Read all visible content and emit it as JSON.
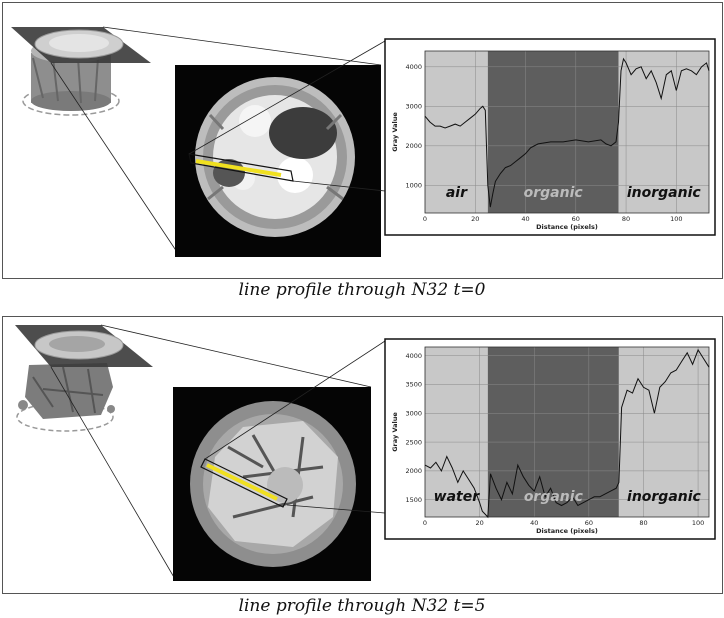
{
  "figure": {
    "colors": {
      "light_region": "#c8c8c8",
      "dark_region": "#5e5e5e",
      "yellow_line": "#f0e020"
    }
  },
  "panels": [
    {
      "caption": "line profile through N32 t=0",
      "chart_data": {
        "type": "line",
        "xlabel": "Distance (pixels)",
        "ylabel": "Gray Value",
        "xlim": [
          0,
          113
        ],
        "ylim": [
          300,
          4400
        ],
        "xticks": [
          0,
          20,
          40,
          60,
          80,
          100
        ],
        "yticks": [
          1000,
          2000,
          3000,
          4000
        ],
        "grid": true,
        "regions": [
          {
            "label": "air",
            "x0": 0,
            "x1": 25,
            "shade": "light"
          },
          {
            "label": "organic",
            "x0": 25,
            "x1": 77,
            "shade": "dark"
          },
          {
            "label": "inorganic",
            "x0": 77,
            "x1": 113,
            "shade": "light"
          }
        ],
        "series": [
          {
            "x": [
              0,
              2,
              4,
              6,
              8,
              10,
              12,
              14,
              16,
              18,
              20,
              22,
              23,
              24,
              25,
              26,
              27,
              28,
              30,
              32,
              34,
              36,
              38,
              40,
              42,
              45,
              50,
              55,
              60,
              65,
              70,
              72,
              74,
              76,
              77,
              78,
              79,
              80,
              82,
              84,
              86,
              88,
              90,
              92,
              94,
              96,
              98,
              100,
              102,
              104,
              106,
              108,
              110,
              112,
              113
            ],
            "y": [
              2750,
              2600,
              2500,
              2500,
              2450,
              2500,
              2550,
              2500,
              2600,
              2700,
              2800,
              2950,
              3000,
              2900,
              1000,
              450,
              800,
              1100,
              1300,
              1450,
              1500,
              1600,
              1700,
              1800,
              1950,
              2050,
              2100,
              2100,
              2150,
              2100,
              2150,
              2050,
              2000,
              2100,
              2600,
              3900,
              4200,
              4100,
              3800,
              3950,
              4000,
              3700,
              3900,
              3600,
              3200,
              3800,
              3900,
              3400,
              3900,
              3950,
              3900,
              3800,
              4000,
              4100,
              3900
            ]
          }
        ]
      }
    },
    {
      "caption": "line profile through N32 t=5",
      "chart_data": {
        "type": "line",
        "xlabel": "Distance (pixels)",
        "ylabel": "Gray Value",
        "xlim": [
          0,
          104
        ],
        "ylim": [
          1200,
          4150
        ],
        "xticks": [
          0,
          20,
          40,
          60,
          80,
          100
        ],
        "yticks": [
          1500,
          2000,
          2500,
          3000,
          3500,
          4000
        ],
        "grid": true,
        "regions": [
          {
            "label": "water",
            "x0": 0,
            "x1": 23,
            "shade": "light"
          },
          {
            "label": "organic",
            "x0": 23,
            "x1": 71,
            "shade": "dark"
          },
          {
            "label": "inorganic",
            "x0": 71,
            "x1": 104,
            "shade": "light"
          }
        ],
        "series": [
          {
            "x": [
              0,
              2,
              4,
              6,
              8,
              10,
              12,
              14,
              16,
              18,
              20,
              21,
              22,
              23,
              24,
              26,
              28,
              30,
              32,
              34,
              36,
              38,
              40,
              42,
              44,
              46,
              48,
              50,
              52,
              54,
              56,
              58,
              60,
              62,
              64,
              66,
              68,
              70,
              71,
              72,
              74,
              76,
              78,
              80,
              82,
              84,
              86,
              88,
              90,
              92,
              94,
              96,
              98,
              100,
              102,
              104
            ],
            "y": [
              2100,
              2050,
              2150,
              2000,
              2250,
              2050,
              1800,
              2000,
              1850,
              1700,
              1450,
              1300,
              1250,
              1200,
              1950,
              1700,
              1500,
              1800,
              1600,
              2100,
              1900,
              1750,
              1650,
              1900,
              1550,
              1700,
              1450,
              1400,
              1450,
              1550,
              1400,
              1450,
              1500,
              1550,
              1550,
              1600,
              1650,
              1700,
              1800,
              3100,
              3400,
              3350,
              3600,
              3450,
              3400,
              3000,
              3450,
              3550,
              3700,
              3750,
              3900,
              4050,
              3850,
              4100,
              3950,
              3800
            ]
          }
        ]
      }
    }
  ]
}
